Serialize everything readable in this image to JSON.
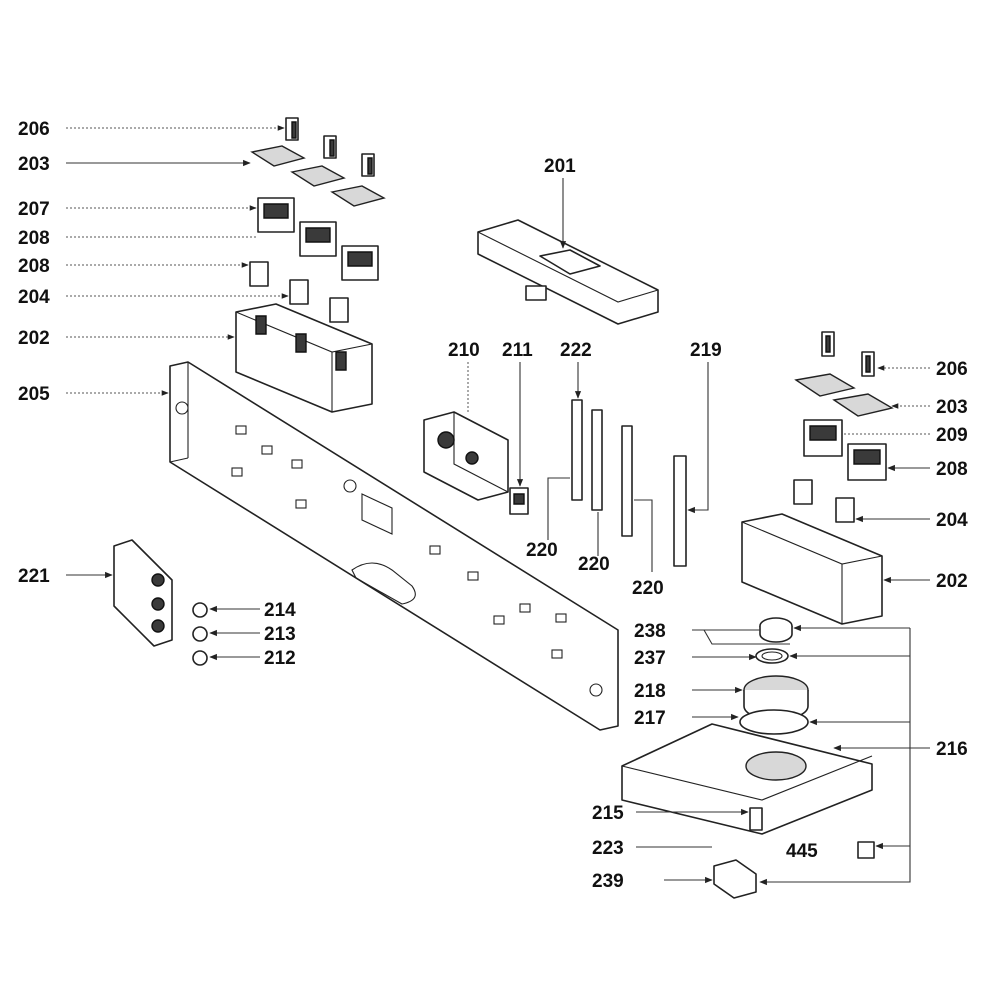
{
  "labels": {
    "l206a": "206",
    "l203a": "203",
    "l207": "207",
    "l208a": "208",
    "l208b": "208",
    "l204a": "204",
    "l202a": "202",
    "l205": "205",
    "l221": "221",
    "l214": "214",
    "l213": "213",
    "l212": "212",
    "l201": "201",
    "l210": "210",
    "l211": "211",
    "l222": "222",
    "l219": "219",
    "l220a": "220",
    "l220b": "220",
    "l220c": "220",
    "l206b": "206",
    "l203b": "203",
    "l209": "209",
    "l208c": "208",
    "l204b": "204",
    "l202b": "202",
    "l238": "238",
    "l237": "237",
    "l218": "218",
    "l217": "217",
    "l216": "216",
    "l215": "215",
    "l223": "223",
    "l445": "445",
    "l239": "239"
  }
}
